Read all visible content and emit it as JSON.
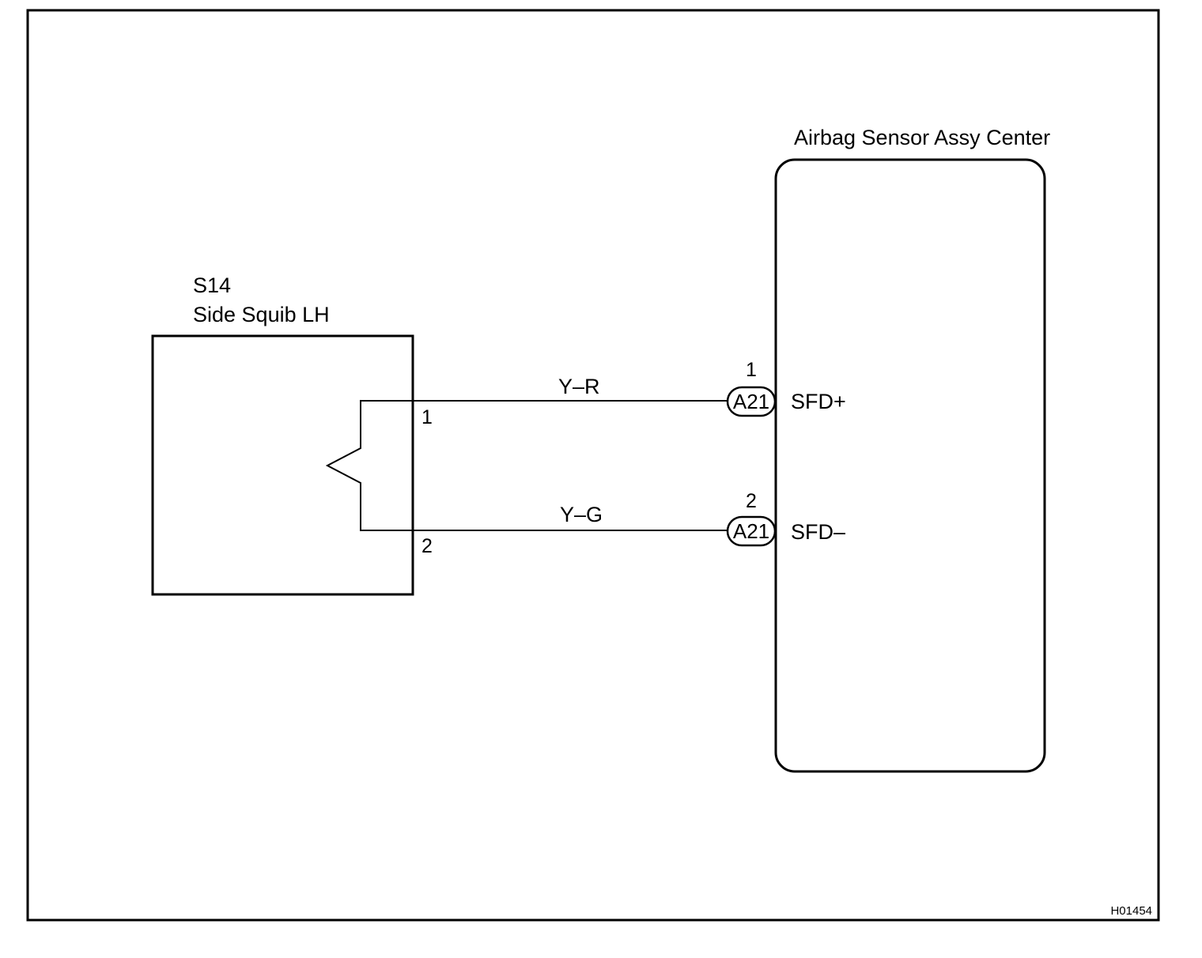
{
  "colors": {
    "line": "#000000",
    "background": "#ffffff"
  },
  "figure_id": "H01454",
  "squib": {
    "code": "S14",
    "name": "Side Squib LH",
    "pin1": "1",
    "pin2": "2"
  },
  "sensor": {
    "name": "Airbag Sensor Assy Center"
  },
  "wires": [
    {
      "color_code": "Y–R",
      "connector": "A21",
      "connector_pin": "1",
      "terminal": "SFD+"
    },
    {
      "color_code": "Y–G",
      "connector": "A21",
      "connector_pin": "2",
      "terminal": "SFD–"
    }
  ]
}
